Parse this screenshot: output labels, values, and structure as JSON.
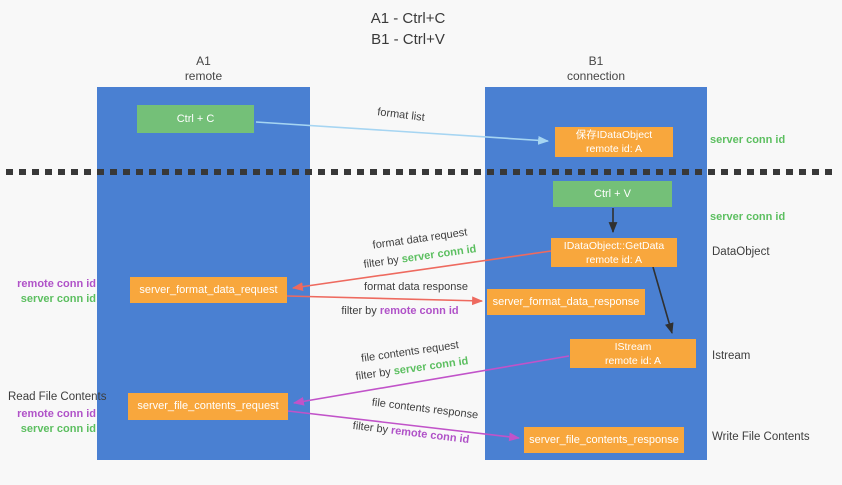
{
  "title": {
    "lines": [
      "A1 - Ctrl+C",
      "B1 - Ctrl+V"
    ]
  },
  "lanes": {
    "a1": {
      "name": "A1",
      "subtitle": "remote"
    },
    "b1": {
      "name": "B1",
      "subtitle": "connection"
    }
  },
  "nodes": {
    "ctrl_c": {
      "label": "Ctrl + C"
    },
    "ctrl_v": {
      "label": "Ctrl + V"
    },
    "save_idataobject": {
      "line1": "保存IDataObject",
      "line2": "remote id: A"
    },
    "getdata": {
      "line1": "IDataObject::GetData",
      "line2": "remote id: A"
    },
    "istream": {
      "line1": "IStream",
      "line2": "remote id: A"
    },
    "format_request": {
      "label": "server_format_data_request"
    },
    "format_response": {
      "label": "server_format_data_response"
    },
    "file_request": {
      "label": "server_file_contents_request"
    },
    "file_response": {
      "label": "server_file_contents_response"
    }
  },
  "edge_labels": {
    "format_list": "format list",
    "format_data_request": "format data request",
    "format_data_response": "format data response",
    "file_contents_request": "file contents request",
    "file_contents_response": "file contents response",
    "filters": [
      {
        "prefix": "filter by",
        "key": "server conn id"
      },
      {
        "prefix": "filter by",
        "key": "remote conn id"
      },
      {
        "prefix": "filter by",
        "key": "server conn id"
      },
      {
        "prefix": "filter by",
        "key": "remote conn id"
      }
    ]
  },
  "annotations": {
    "right_server_conn_1": "server conn id",
    "right_server_conn_2": "server conn id",
    "dataobject": "DataObject",
    "istream": "Istream",
    "write_file_contents": "Write File Contents",
    "read_file_contents": "Read File Contents",
    "left1_remote": "remote conn id",
    "left1_server": "server conn id",
    "left2_remote": "remote conn id",
    "left2_server": "server conn id"
  },
  "colors": {
    "lane_blue": "#4a80d2",
    "box_green": "#74c078",
    "box_orange": "#f8a73d",
    "arrow_blue": "#a6d5f2",
    "arrow_red": "#ee6a5f",
    "arrow_magenta": "#c153c9",
    "arrow_black": "#303030",
    "text_green": "#5cbf60",
    "text_purple": "#b052c8",
    "divider_dark": "#383838"
  }
}
